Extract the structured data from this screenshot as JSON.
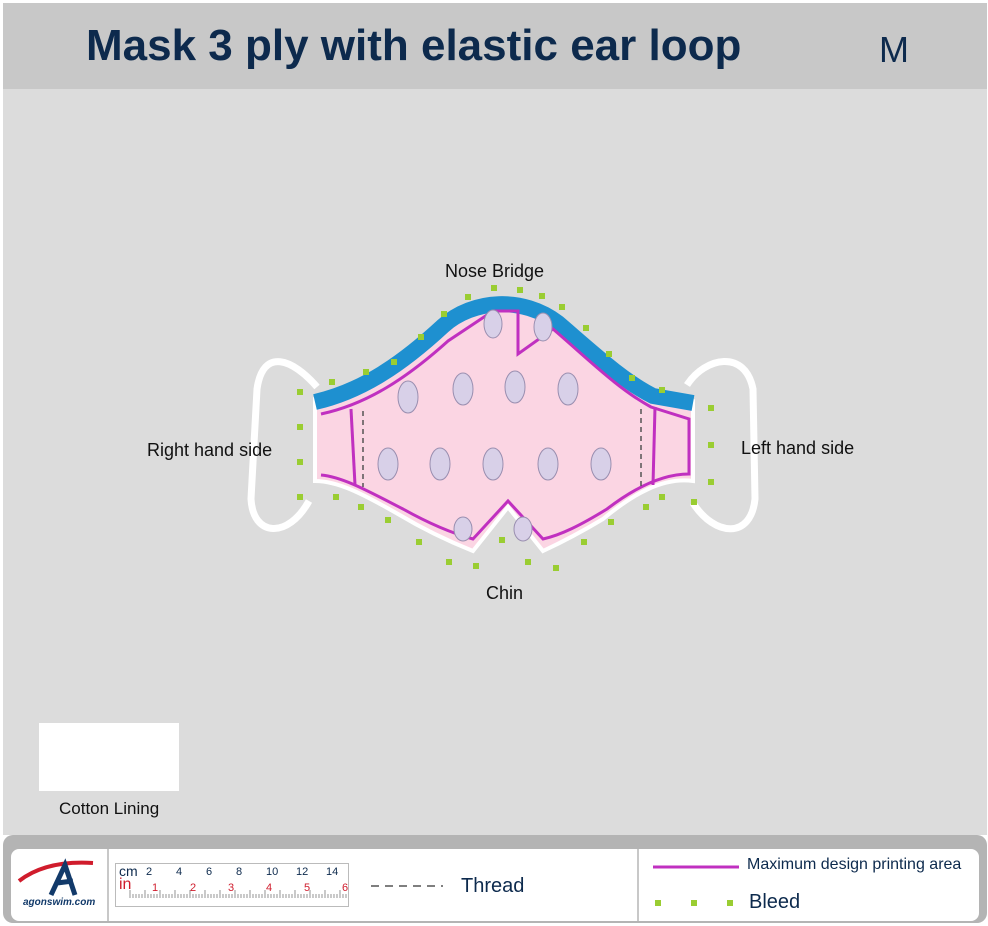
{
  "header": {
    "title": "Mask 3 ply with elastic ear loop",
    "size": "M"
  },
  "labels": {
    "nose_bridge": "Nose Bridge",
    "right_side": "Right hand side",
    "left_side": "Left hand side",
    "chin": "Chin",
    "lining": "Cotton Lining"
  },
  "footer": {
    "logo_text": "agonswim.com",
    "ruler_cm_unit": "cm",
    "ruler_in_unit": "in",
    "ruler_cm_ticks": [
      "2",
      "4",
      "6",
      "8",
      "10",
      "12",
      "14"
    ],
    "ruler_in_ticks": [
      "1",
      "2",
      "3",
      "4",
      "5",
      "6"
    ],
    "thread_label": "Thread",
    "legend_max_area": "Maximum design printing area",
    "legend_bleed": "Bleed"
  },
  "colors": {
    "nose_band": "#1e90d0",
    "max_area_line": "#c030c0",
    "bleed_dot": "#9acd32",
    "mask_fill": "#fbd5e3",
    "title": "#0d2a4d"
  }
}
